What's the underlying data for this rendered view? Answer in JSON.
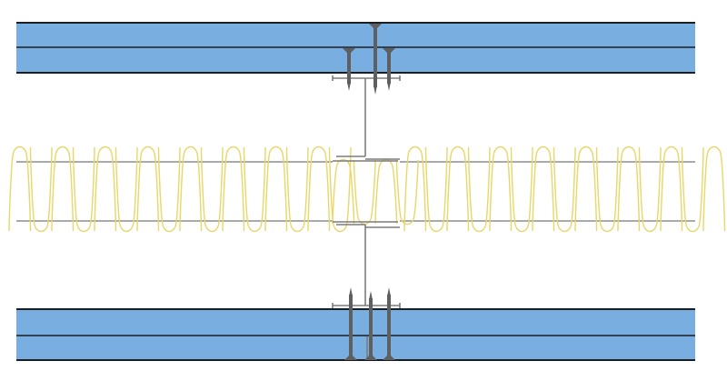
{
  "colors": {
    "board": "#78aee0",
    "board_line": "#1c1f22",
    "insulation": "#e8d76a",
    "stud": "#7c7c7c",
    "fastener": "#5e5f61",
    "background": "#ffffff"
  },
  "icons": {
    "board": "plasterboard-layer",
    "insulation": "mineral-wool-insulation",
    "stud": "metal-stud",
    "fastener": "drywall-screw"
  }
}
